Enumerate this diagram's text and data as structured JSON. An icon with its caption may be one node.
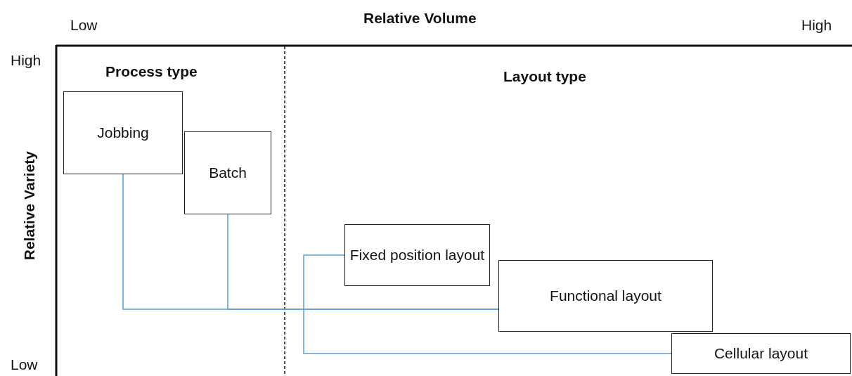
{
  "diagram": {
    "nodes": [
      {
        "text": [
          "Jobbing"
        ]
      },
      {
        "text": [
          "Batch"
        ]
      },
      {
        "text": [
          "Fixed position layout"
        ]
      },
      {
        "text": [
          "Functional layout"
        ]
      },
      {
        "text": [
          "Cellular layout"
        ]
      }
    ],
    "edges": [
      {
        "from": 0,
        "to": 3,
        "arrow": "none"
      },
      {
        "from": 1,
        "to": 3,
        "arrow": "none"
      },
      {
        "from": 2,
        "to": 4,
        "arrow": "none"
      }
    ],
    "labels": [
      "Low",
      "Relative Volume",
      "High",
      "High",
      "Process type",
      "Layout type",
      "Relative Variety",
      "Low"
    ]
  }
}
